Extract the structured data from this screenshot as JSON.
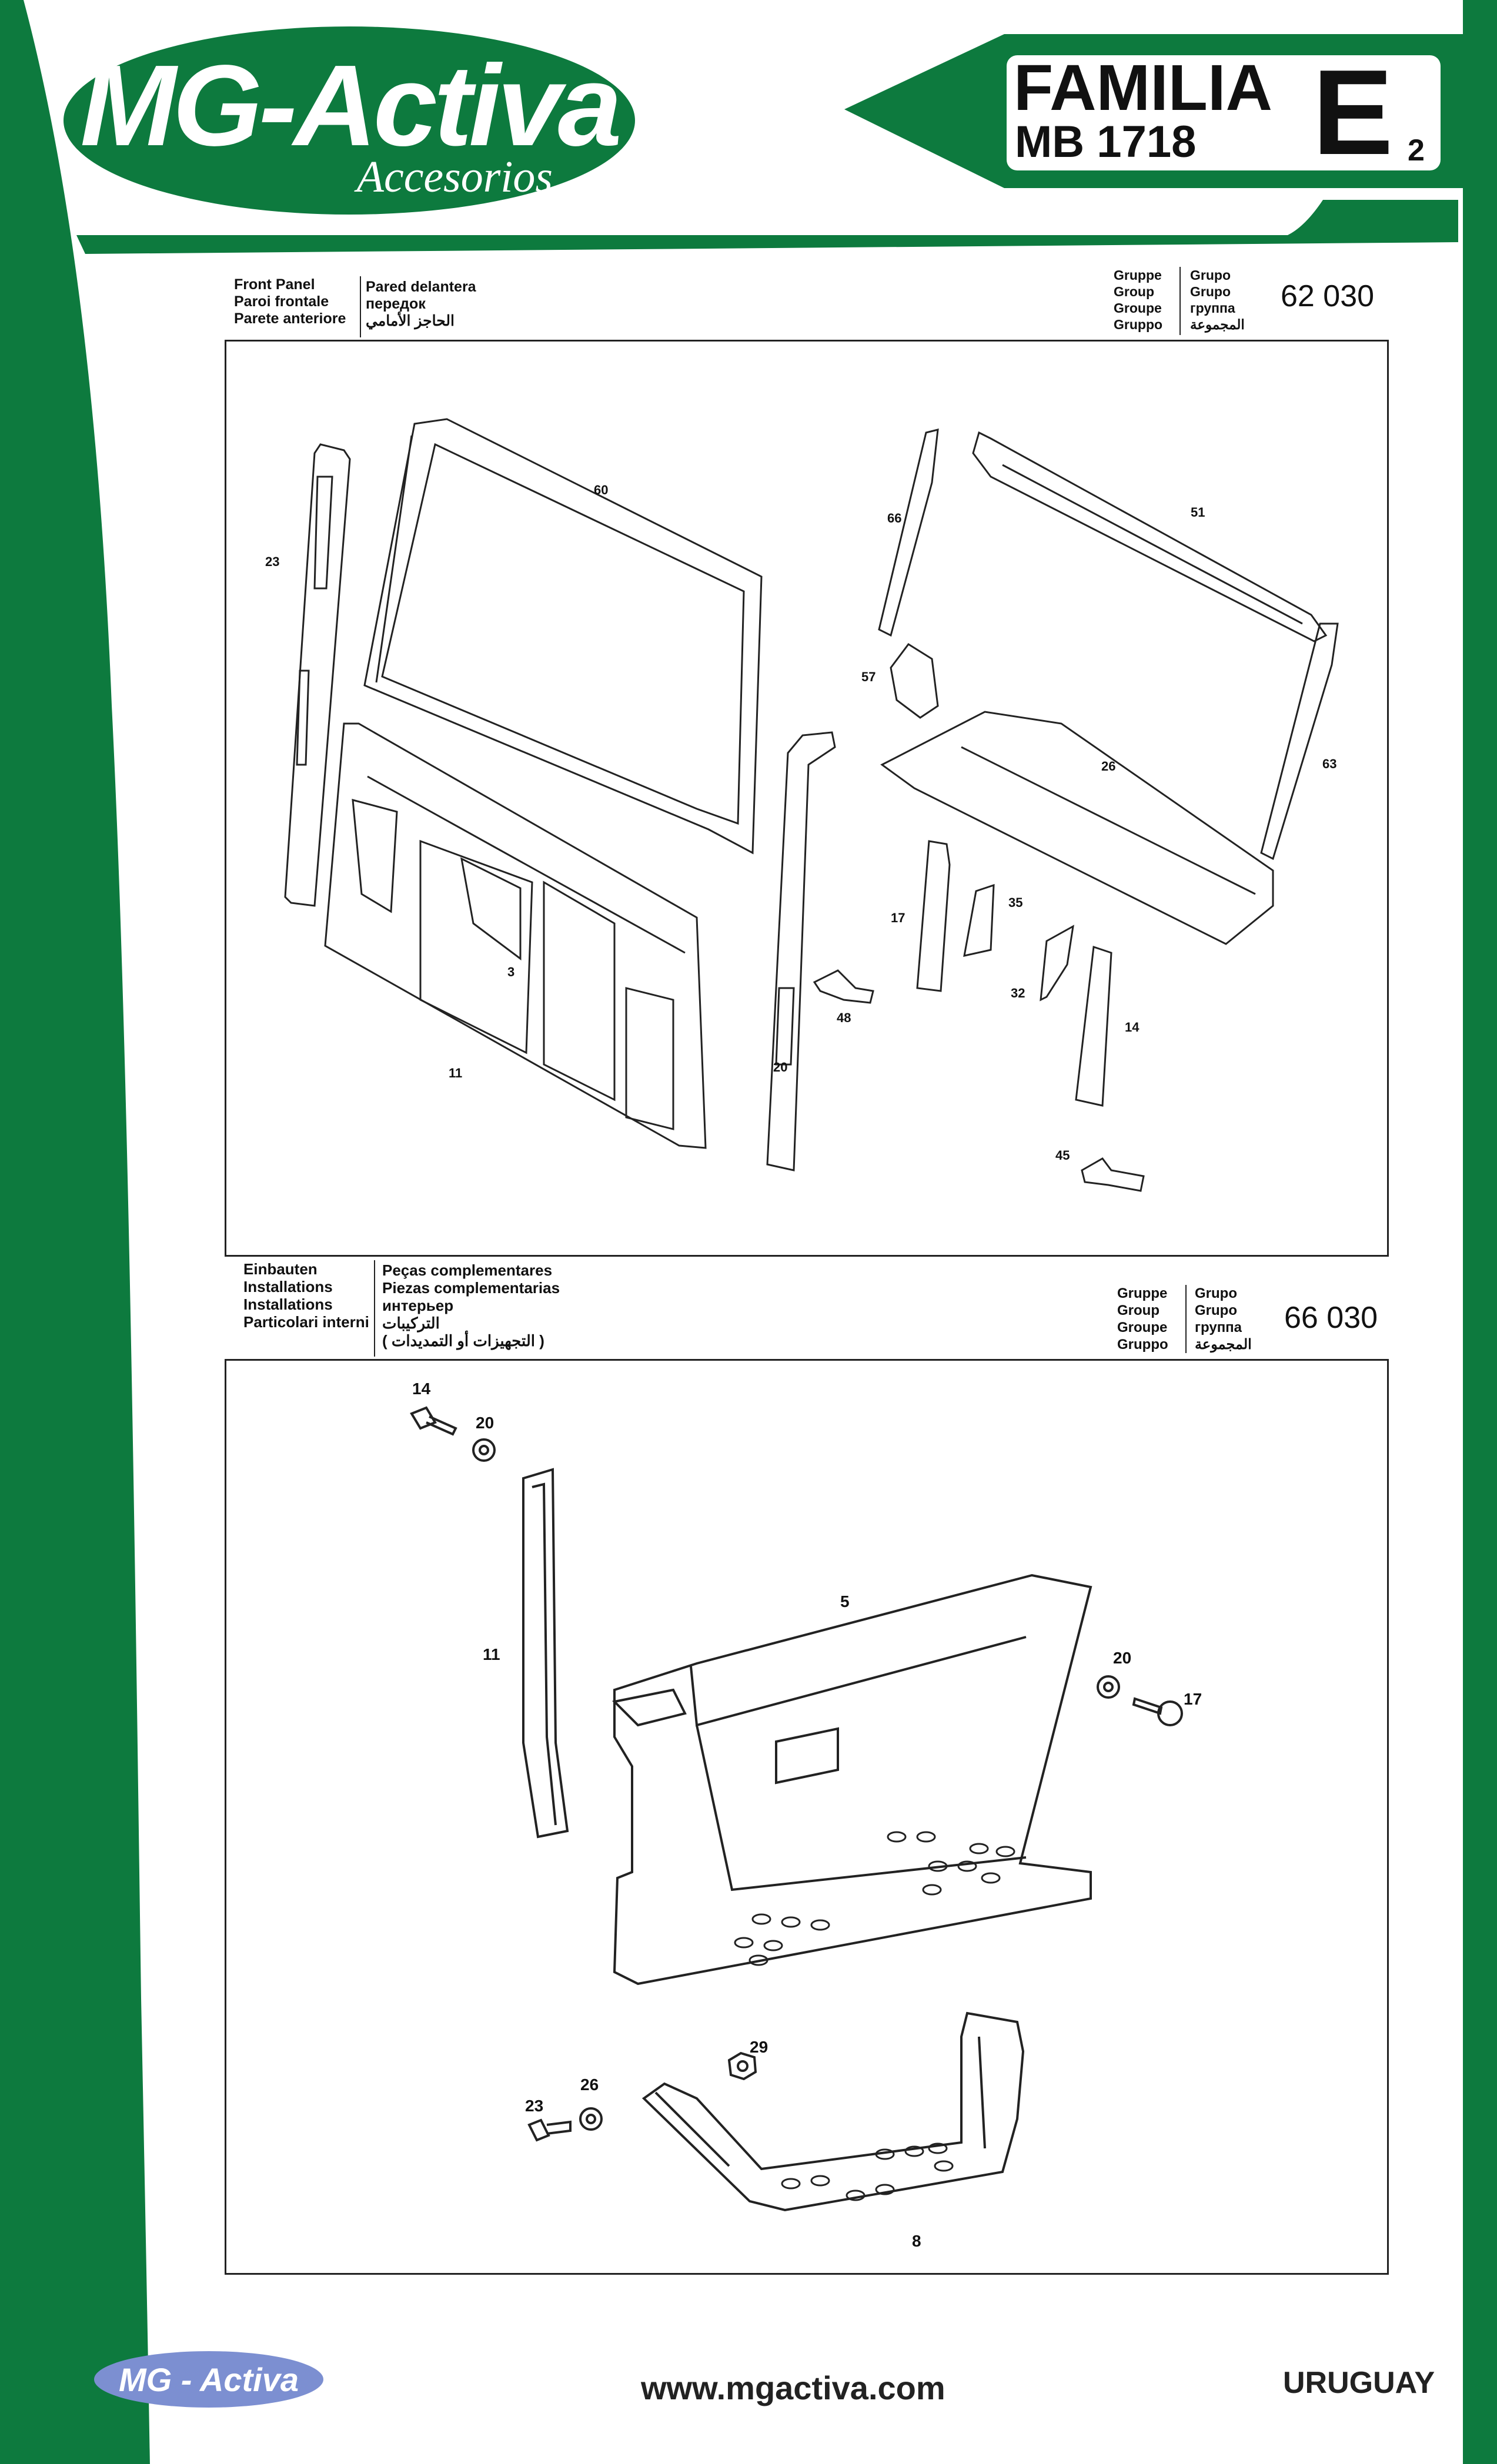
{
  "brand": {
    "logo_main": "MG-Activa",
    "logo_sub": "Accesorios",
    "green": "#0d7a3e",
    "footer_logo": "MG - Activa",
    "footer_logo_color": "#7c8fd1"
  },
  "familia": {
    "title": "FAMILIA",
    "model": "MB 1718",
    "letter": "E",
    "sub": "2"
  },
  "section1": {
    "names_en": "Front Panel\nParoi frontale\nParete anteriore",
    "names_es": "Pared delantera\nпередок\nالحاجز الأمامي",
    "group_words": "Gruppe\nGroup\nGroupe\nGruppo",
    "group_words2": "Grupo\nGrupo\nгруппа\nالمجموعة",
    "group_number": "62 030",
    "callouts": [
      "60",
      "23",
      "11",
      "20",
      "66",
      "51",
      "57",
      "26",
      "63",
      "17",
      "35",
      "32",
      "48",
      "14",
      "45",
      "3"
    ]
  },
  "section2": {
    "names_en": "Einbauten\nInstallations\nInstallations\nParticolari interni",
    "names_es": "Peças complementares\nPiezas complementarias\nинтерьер\nالتركيبات\n( التجهيزات أو التمديدات )",
    "group_words": "Gruppe\nGroup\nGroupe\nGruppo",
    "group_words2": "Grupo\nGrupo\nгруппа\nالمجموعة",
    "group_number": "66 030",
    "callouts": [
      "14",
      "20",
      "11",
      "5",
      "20",
      "17",
      "29",
      "26",
      "23",
      "8"
    ]
  },
  "footer": {
    "url": "www.mgactiva.com",
    "country": "URUGUAY"
  }
}
